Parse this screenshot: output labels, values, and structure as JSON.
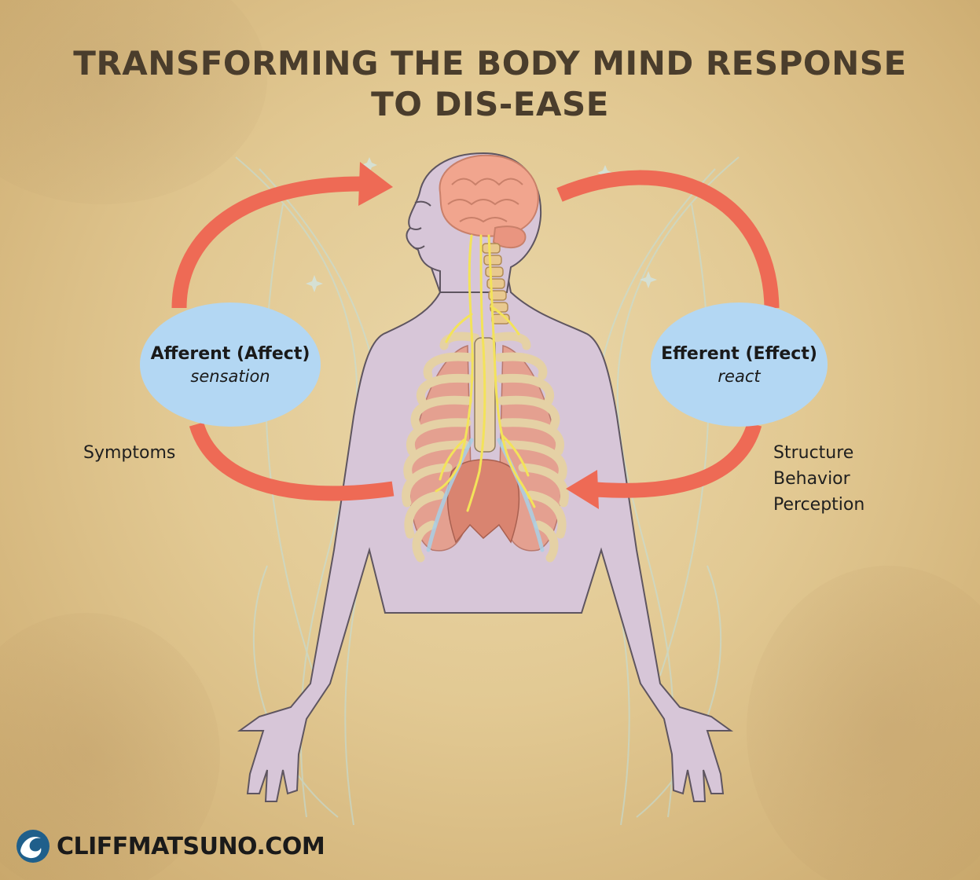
{
  "title": {
    "line1": "TRANSFORMING THE BODY MIND RESPONSE",
    "line2": "TO DIS-EASE"
  },
  "afferent": {
    "label": "Afferent (Affect)",
    "sublabel": "sensation"
  },
  "efferent": {
    "label": "Efferent (Effect)",
    "sublabel": "react"
  },
  "left_labels": [
    "Symptoms"
  ],
  "right_labels": [
    "Structure",
    "Behavior",
    "Perception"
  ],
  "brand": {
    "text": "CLIFFMATSUNO.COM",
    "icon": "wave-logo-icon"
  },
  "colors": {
    "arrow": "#ee6a55",
    "bubble": "#b3d7f3",
    "body": "#d7c6d8",
    "title": "#4a3d2c",
    "brain": "#f1a58e",
    "nerve": "#f3e35a",
    "ribs": "#e5d1a5"
  }
}
